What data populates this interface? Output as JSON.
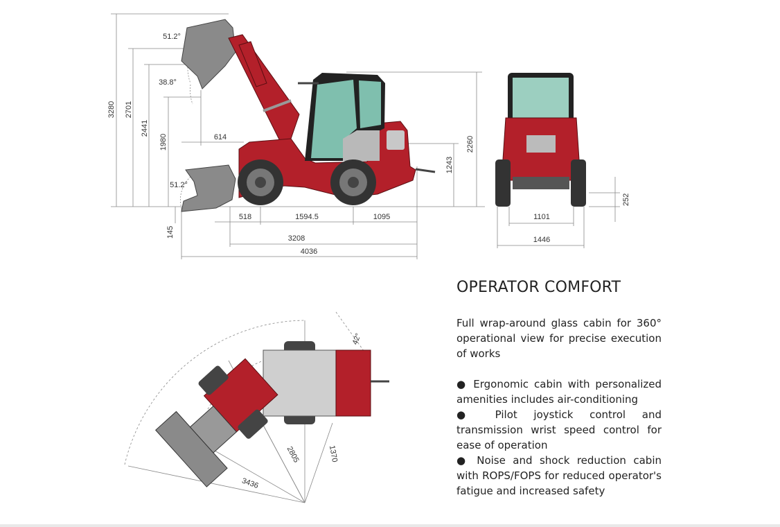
{
  "colors": {
    "body_red": "#b3202a",
    "bucket_gray": "#8a8a8a",
    "glass_teal": "#7fbfae",
    "tire": "#333333"
  },
  "side_view": {
    "heights": {
      "max_height": "3280",
      "hinge_height": "2701",
      "dump_height_low": "2441",
      "dump_clearance": "1980",
      "dig_depth": "145",
      "cab_height": "2260",
      "axle_rear_height": "1243"
    },
    "angles": {
      "rollback_top": "51.2°",
      "dump_angle": "38.8°",
      "rollback_ground": "51.2°"
    },
    "reach": "614",
    "lengths": {
      "front_overhang": "518",
      "wheelbase": "1594.5",
      "rear_overhang": "1095",
      "length_no_bucket": "3208",
      "total_length": "4036"
    }
  },
  "front_view": {
    "track_width": "1101",
    "overall_width": "1446",
    "ground_clearance": "252"
  },
  "top_view": {
    "articulation_angle": "42°",
    "outer_radius": "2805",
    "inner_radius": "1370",
    "bucket_radius": "3436"
  },
  "operator_comfort": {
    "title": "OPERATOR COMFORT",
    "intro": "Full wrap-around glass cabin for 360° operational view for precise execution of works",
    "bullets": [
      "● Ergonomic cabin with personalized amenities includes air-conditioning",
      "● Pilot joystick control and transmission wrist speed control for ease of operation",
      "● Noise and shock reduction cabin with ROPS/FOPS for reduced operator's fatigue and increased safety"
    ]
  }
}
